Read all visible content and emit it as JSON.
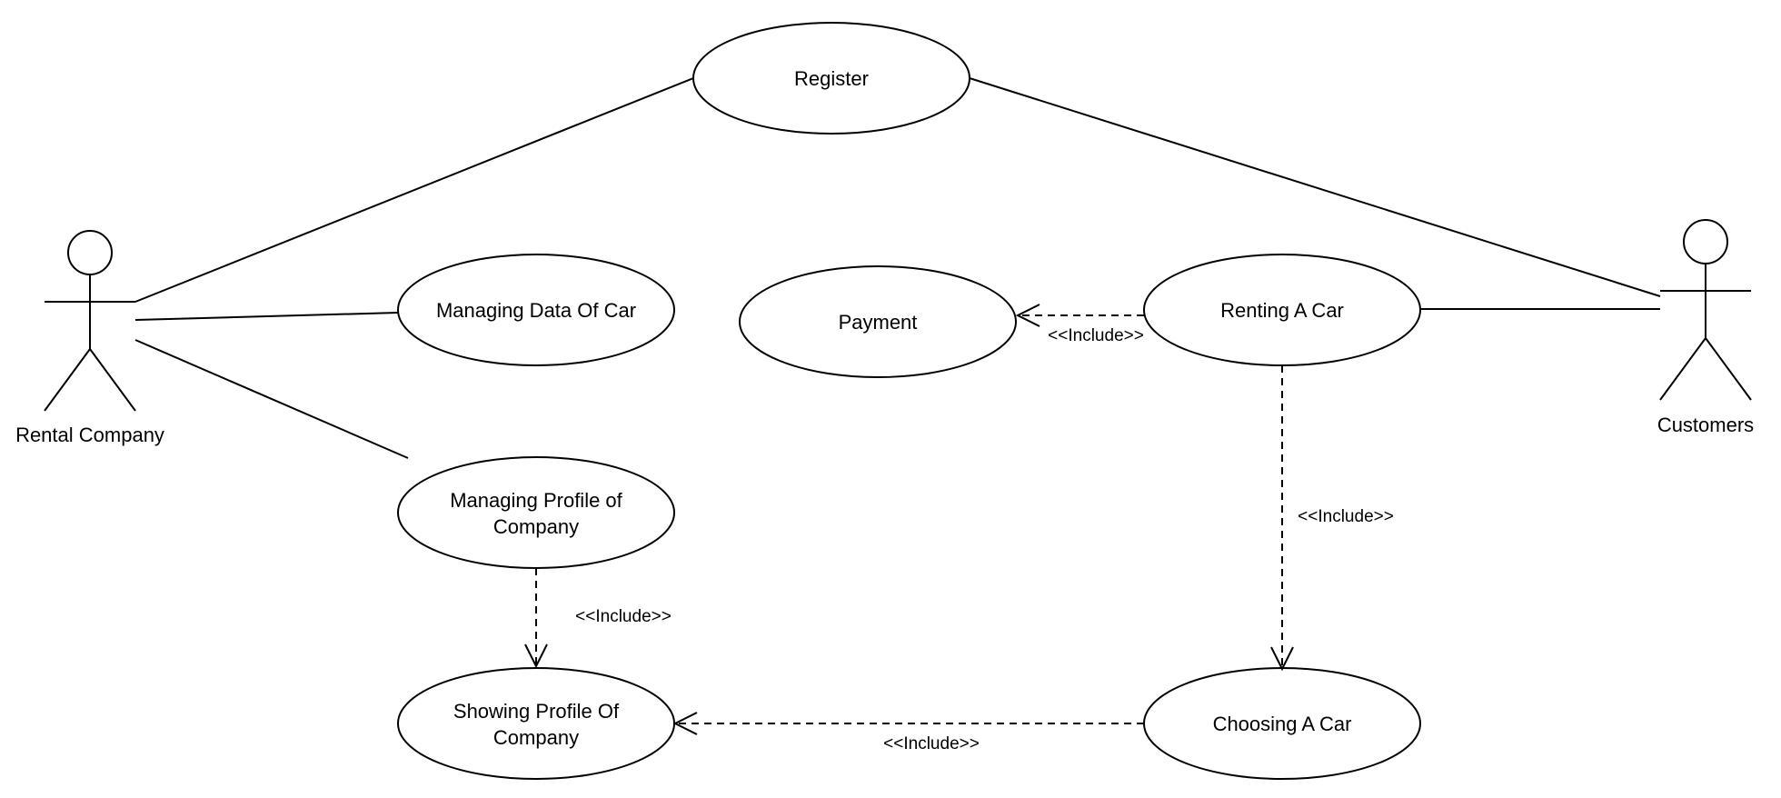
{
  "colors": {
    "stroke": "#000000",
    "background": "#ffffff"
  },
  "actors": {
    "rental_company": "Rental Company",
    "customers": "Customers"
  },
  "use_cases": {
    "register": "Register",
    "managing_data_of_car": "Managing Data Of Car",
    "managing_profile_line1": "Managing Profile of",
    "managing_profile_line2": "Company",
    "showing_profile_line1": "Showing Profile Of",
    "showing_profile_line2": "Company",
    "payment": "Payment",
    "renting_a_car": "Renting A Car",
    "choosing_a_car": "Choosing A Car"
  },
  "relations": {
    "renting_payment": "<<Include>>",
    "renting_choosing": "<<Include>>",
    "managing_showing": "<<Include>>",
    "choosing_showing": "<<Include>>"
  }
}
